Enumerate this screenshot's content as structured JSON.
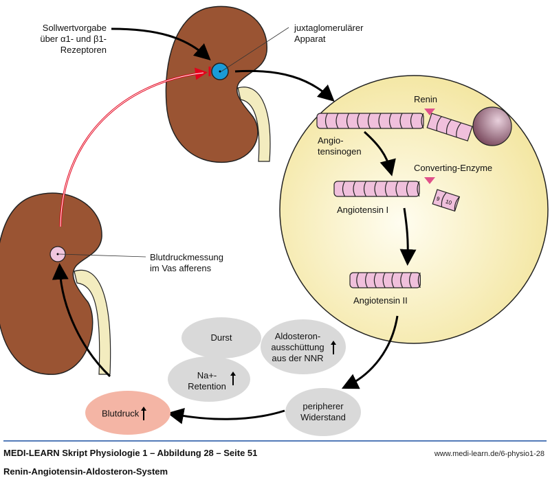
{
  "labels": {
    "sollwert": [
      "Sollwertvorgabe",
      "über α1- und β1-",
      "Rezeptoren"
    ],
    "jga": [
      "juxtaglomerulärer",
      "Apparat"
    ],
    "renin": "Renin",
    "angiotensinogen": [
      "Angio-",
      "tensinogen"
    ],
    "converting_enzyme": "Converting-Enzyme",
    "fragment_numbers": [
      "9",
      "10"
    ],
    "angiotensin_1": "Angiotensin I",
    "angiotensin_2": "Angiotensin II",
    "blutdruckmessung": [
      "Blutdruckmessung",
      "im Vas afferens"
    ],
    "durst": "Durst",
    "aldosteron": [
      "Aldosteron-",
      "ausschüttung",
      "aus der NNR"
    ],
    "na_retention": [
      "Na+-",
      "Retention"
    ],
    "blutdruck": "Blutdruck",
    "peripherer_widerstand": [
      "peripherer",
      "Widerstand"
    ]
  },
  "footer": {
    "title": "MEDI-LEARN Skript Physiologie 1 – Abbildung 28 – Seite 51",
    "subtitle": "Renin-Angiotensin-Aldosteron-System",
    "url": "www.medi-learn.de/6-physio1-28"
  },
  "colors": {
    "kidney": "#9a5433",
    "ureter": "#f3ecbf",
    "jga": "#1a9bd7",
    "circle_bg": "#f5e9a8",
    "peptide": "#f0c0dc",
    "enzyme_marker": "#e0508a",
    "ellipse_gray": "#d9d9d9",
    "blutdruck": "#f4b5a5",
    "inhibition_arrow": "#e3001b",
    "footer_rule": "#1a4fa0"
  }
}
